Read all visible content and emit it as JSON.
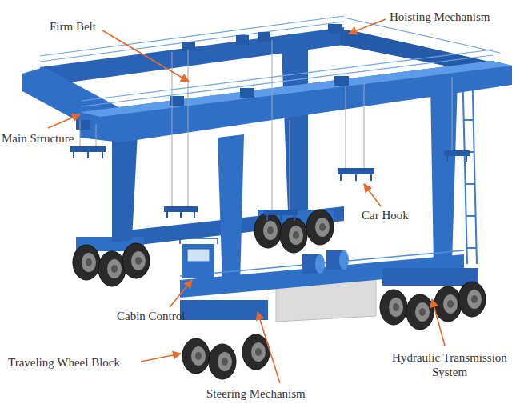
{
  "diagram": {
    "labels": [
      "Firm Belt",
      "Hoisting Mechanism",
      "Main Structure",
      "Car Hook",
      "Cabin Control",
      "Traveling Wheel Block",
      "Hydraulic Transmission System",
      "Steering Mechanism"
    ]
  }
}
